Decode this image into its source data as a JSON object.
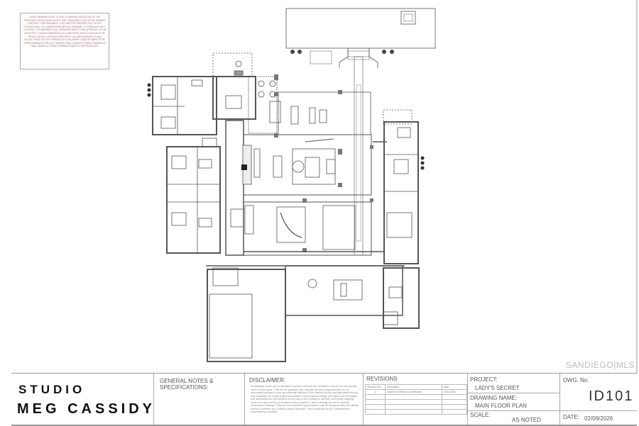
{
  "notes_box": {
    "text": "These drawings are to give a general indication of the proposed design and layout only. Drawings can not be deemed contract for drawings. They are for prospective layout options only. All dimensions are not intended to form any part contract or warranty. All drawings need to be approved by an architect. Kadam drawings fully architectural plans must be produced by a licensed architect. All measurements and validity must be site verified by a millwork vendor fabricator. These drawings are not deemed final manufacturing drawings. Final manufacturing drawings need to be produced."
  },
  "title_block": {
    "studio_line1": "STUDIO",
    "studio_line2": "MEG CASSIDY",
    "general_notes_label": "GENERAL NOTES & SPECIFICATIONS:",
    "disclaimer_label": "DISCLAIMER:",
    "disclaimer_text": "All drawings shown are for illustrative purposes only and are intended to convey the concept and vision for this space. They are for guidance only, may alter as work progresses and do not necessarily represent a true and accurate depiction of the finished product and specifications may vary. Drawings are to give a general indication of the proposed design and layout only. All images and dimensions are not intended to form part of any contract or warranty. All of these drawings need to be approved by an Architect and/or Engineer. These drawings can not be deemed construction drawings. They are for prospective layout options only. All measurements and validity must be confirmed by a millwork vendor fabricator. These drawings are NOT deemed final manufacturing drawings.",
    "revisions_label": "REVISIONS",
    "revision_headers": [
      "Revision No.",
      "Description",
      "Date"
    ],
    "revisions": [
      {
        "no": "1",
        "description": "Issued for Millwork Coordination",
        "date": "04/11/2026"
      }
    ],
    "project_label": "PROJECT:",
    "project_name": "LADY'S SECRET",
    "drawing_name_label": "DRAWING NAME:",
    "drawing_name": "MAIN FLOOR PLAN",
    "scale_label": "SCALE:",
    "scale_value": "AS NOTED",
    "dwg_no_label": "DWG. No.",
    "dwg_no": "ID101",
    "date_label": "DATE:",
    "date_value": "02/09/2026"
  },
  "watermark": "SANDIEGO|MLS",
  "colors": {
    "line": "#555555",
    "pillar": "#777777",
    "notes": "#a07070"
  }
}
